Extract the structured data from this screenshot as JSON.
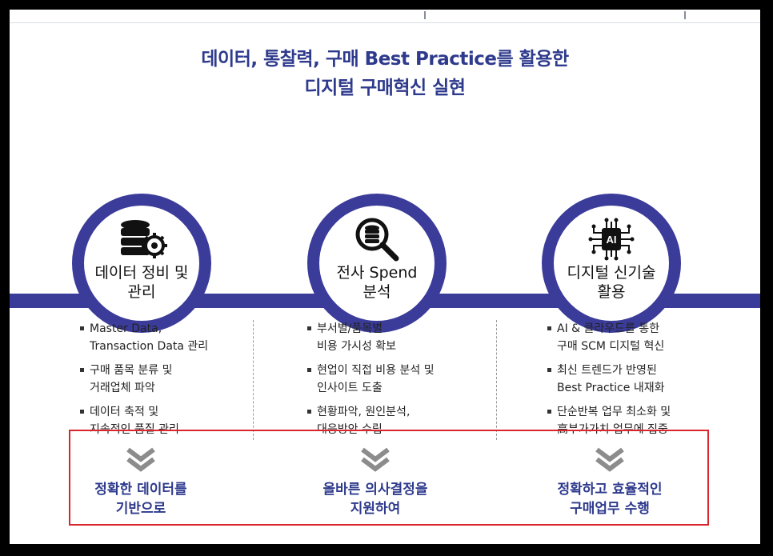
{
  "headline": {
    "line1": "데이터, 통찰력, 구매 Best Practice를 활용한",
    "line2": "디지털 구매혁신 실현"
  },
  "columns": [
    {
      "icon": "database-gear-icon",
      "title_line1": "데이터 정비 및",
      "title_line2": "관리",
      "bullets": [
        {
          "l1": "Master Data,",
          "l2": "Transaction Data 관리"
        },
        {
          "l1": "구매 품목 분류 및",
          "l2": "거래업체 파악"
        },
        {
          "l1": "데이터 축적 및",
          "l2": "지속적인 품질 관리"
        }
      ],
      "result_line1": "정확한 데이터를",
      "result_line2": "기반으로"
    },
    {
      "icon": "magnifier-coins-icon",
      "title_line1": "전사 Spend",
      "title_line2": "분석",
      "bullets": [
        {
          "l1": "부서별/품목별",
          "l2": "비용 가시성 확보"
        },
        {
          "l1": "현업이 직접 비용 분석 및",
          "l2": "인사이트 도출"
        },
        {
          "l1": "현황파악, 원인분석,",
          "l2": "대응방안 수립"
        }
      ],
      "result_line1": "올바른 의사결정을",
      "result_line2": "지원하여"
    },
    {
      "icon": "ai-chip-icon",
      "title_line1": "디지털 신기술",
      "title_line2": "활용",
      "bullets": [
        {
          "l1": "AI & 클라우드를 통한",
          "l2": "구매 SCM 디지털 혁신"
        },
        {
          "l1": "최신 트렌드가 반영된",
          "l2": "Best Practice 내재화"
        },
        {
          "l1": "단순반복 업무 최소화 및",
          "l2": "高부가가치 업무에 집중"
        }
      ],
      "result_line1": "정확하고 효율적인",
      "result_line2": "구매업무 수행"
    }
  ],
  "ai_chip_text": "AI",
  "colors": {
    "brand": "#3b3c9a",
    "headline": "#2e3a8c",
    "highlight_border": "#d8262c"
  }
}
